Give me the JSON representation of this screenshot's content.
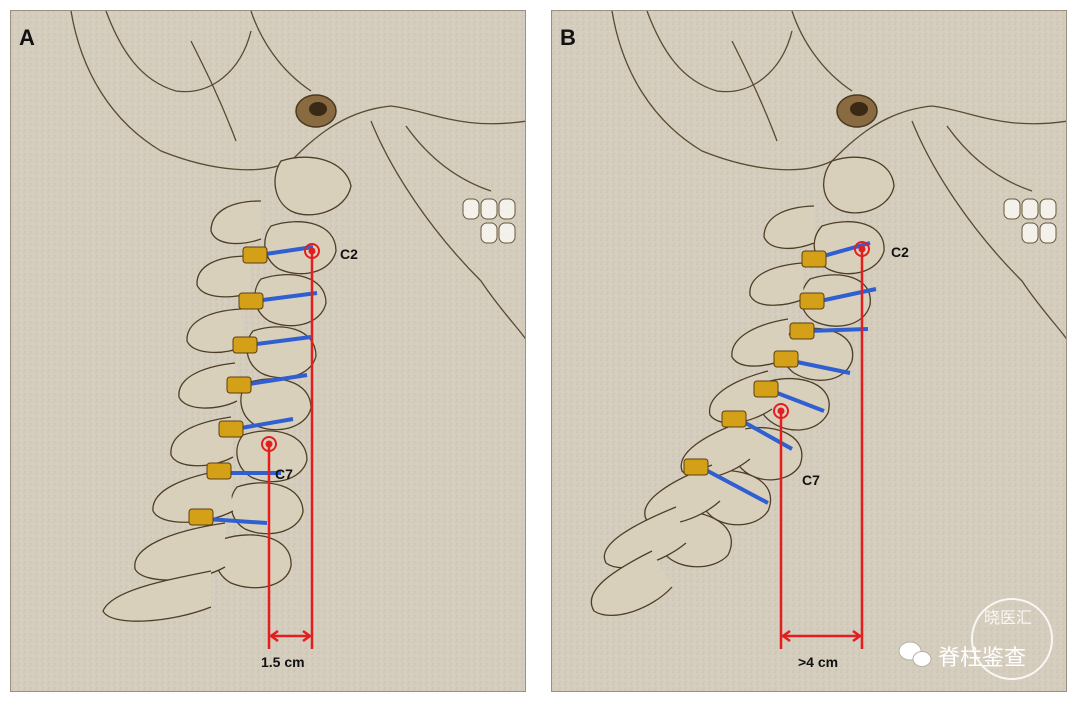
{
  "panels": {
    "a": {
      "letter": "A",
      "upper_level": "C2",
      "lower_level": "C7",
      "distance": "1.5 cm"
    },
    "b": {
      "letter": "B",
      "upper_level": "C2",
      "lower_level": "C7",
      "distance": ">4 cm"
    }
  },
  "watermark": {
    "text": "脊柱鉴查",
    "stamp_text": "晓医汇"
  },
  "colors": {
    "plumb_line": "#e41e1e",
    "screw": "#2f5fd0",
    "screw_head": "#d4a017",
    "bone_outline": "#5a4a30",
    "background": "#d5cdbd"
  },
  "icons": {
    "marker": "target-circle-icon",
    "watermark_logo": "wechat-icon"
  }
}
